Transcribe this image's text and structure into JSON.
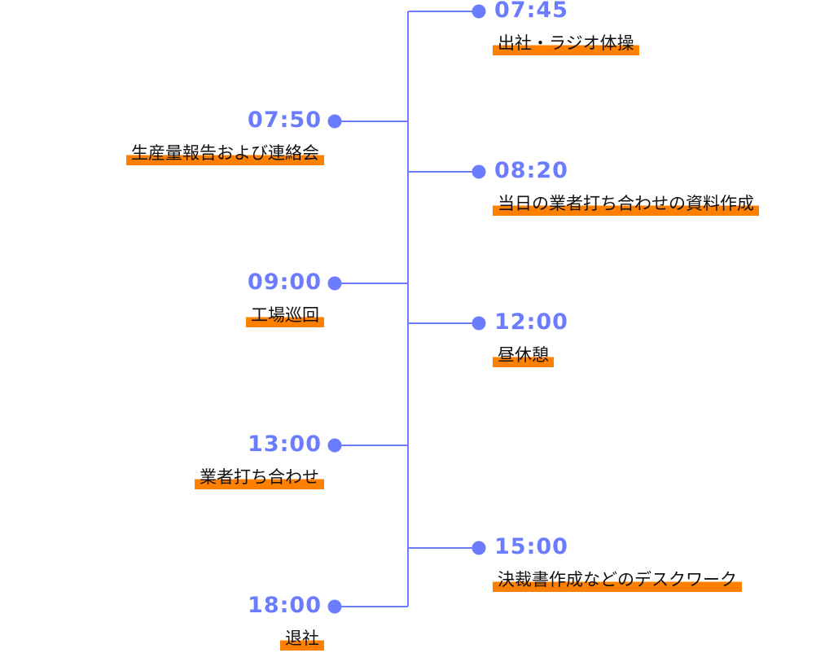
{
  "colors": {
    "accent": "#6B7CFF",
    "highlight": "#FF8000",
    "text": "#111111",
    "background": "#FFFFFF"
  },
  "schedule": [
    {
      "time": "07:45",
      "label": "出社・ラジオ体操",
      "side": "right"
    },
    {
      "time": "07:50",
      "label": "生産量報告および連絡会",
      "side": "left"
    },
    {
      "time": "08:20",
      "label": "当日の業者打ち合わせの資料作成",
      "side": "right"
    },
    {
      "time": "09:00",
      "label": "工場巡回",
      "side": "left"
    },
    {
      "time": "12:00",
      "label": "昼休憩",
      "side": "right"
    },
    {
      "time": "13:00",
      "label": "業者打ち合わせ",
      "side": "left"
    },
    {
      "time": "15:00",
      "label": "決裁書作成などのデスクワーク",
      "side": "right"
    },
    {
      "time": "18:00",
      "label": "退社",
      "side": "left"
    }
  ]
}
